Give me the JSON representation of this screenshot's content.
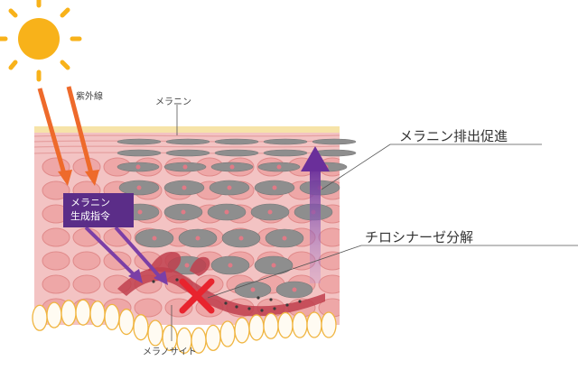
{
  "labels": {
    "uv": "紫外線",
    "melanin": "メラニン",
    "melanin_discharge": "メラニン排出促進",
    "melanin_order_line1": "メラニン",
    "melanin_order_line2": "生成指令",
    "tyrosinase": "チロシナーゼ分解",
    "melanocyte": "メラノサイト"
  },
  "colors": {
    "skin_bg": "#f3c3c3",
    "skin_cell": "#eea7a7",
    "cell_outline": "#e08a8a",
    "surface_top": "#f6e3a8",
    "melanin_grey": "#8e8e8e",
    "basal_cell_fill": "#fffbf2",
    "basal_cell_outline": "#f0b540",
    "arrow_orange": "#ee6a2b",
    "arrow_purple": "#7b3fa6",
    "box_purple": "#5b2d88",
    "cross_red": "#e8242e",
    "sun_yellow": "#f8b21a"
  },
  "icons": [
    "sun-icon",
    "cross-icon"
  ]
}
